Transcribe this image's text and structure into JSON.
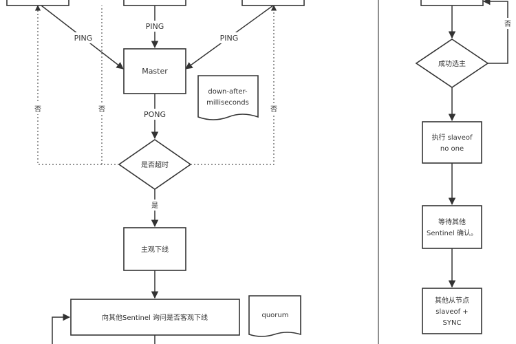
{
  "nodes": {
    "master": "Master",
    "decision_timeout": "是否超时",
    "subjective_down": "主观下线",
    "ask_sentinels": "向其他Sentinel 询问是否客观下线",
    "decision_success": "成功选主",
    "slaveof_no_one": [
      "执行 slaveof",
      "no one"
    ],
    "wait_confirm": [
      "等待其他",
      "Sentinel 确认。"
    ],
    "other_slaves": [
      "其他从节点",
      "slaveof +",
      "SYNC"
    ]
  },
  "notes": {
    "down_after": [
      "down-after-",
      "milliseconds"
    ],
    "quorum": "quorum"
  },
  "edge_labels": {
    "ping_left": "PING",
    "ping_center": "PING",
    "ping_right": "PING",
    "pong": "PONG",
    "yes": "是",
    "no_left_outer": "否",
    "no_left_inner": "否",
    "no_right": "否",
    "no_far_right": "否"
  },
  "colors": {
    "stroke": "#333333",
    "background": "#ffffff"
  }
}
